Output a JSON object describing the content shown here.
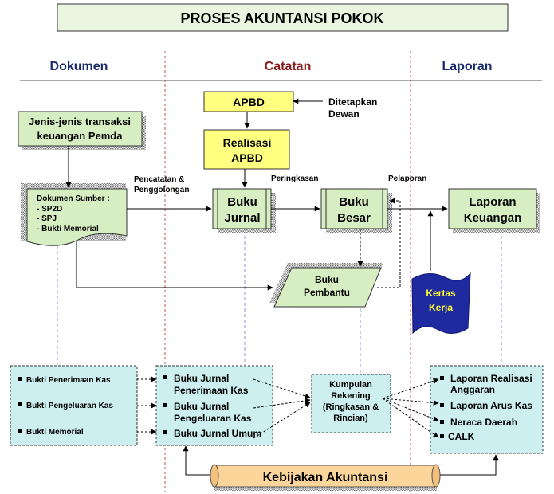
{
  "title": "PROSES AKUNTANSI POKOK",
  "columns": {
    "dokumen": "Dokumen",
    "catatan": "Catatan",
    "laporan": "Laporan"
  },
  "jenis_transaksi": [
    "Jenis-jenis transaksi",
    "keuangan Pemda"
  ],
  "dokumen_sumber": {
    "title": "Dokumen Sumber :",
    "items": [
      "- SP2D",
      "- SPJ",
      "- Bukti Memorial"
    ]
  },
  "apbd": "APBD",
  "ditetapkan": [
    "Ditetapkan",
    "Dewan"
  ],
  "realisasi": [
    "Realisasi",
    "APBD"
  ],
  "edge_labels": {
    "pencatatan": [
      "Pencatatan &",
      "Penggolongan"
    ],
    "peringkasan": "Peringkasan",
    "pelaporan": "Pelaporan"
  },
  "buku_jurnal": [
    "Buku",
    "Jurnal"
  ],
  "buku_besar": [
    "Buku",
    "Besar"
  ],
  "laporan_keuangan": [
    "Laporan",
    "Keuangan"
  ],
  "buku_pembantu": [
    "Buku",
    "Pembantu"
  ],
  "kertas_kerja": [
    "Kertas",
    "Kerja"
  ],
  "bukti_list": [
    "Bukti Penerimaan Kas",
    "Bukti Pengeluaran Kas",
    "Bukti Memorial"
  ],
  "jurnal_list": [
    [
      "Buku Jurnal",
      "Penerimaan Kas"
    ],
    [
      "Buku Jurnal",
      "Pengeluaran Kas"
    ],
    [
      "Buku Jurnal Umum"
    ]
  ],
  "kumpulan": [
    "Kumpulan",
    "Rekening",
    "(Ringkasan &",
    "Rincian)"
  ],
  "laporan_list": [
    [
      "Laporan Realisasi",
      "Anggaran"
    ],
    [
      "Laporan Arus Kas"
    ],
    [
      "Neraca Daerah"
    ],
    [
      "CALK"
    ]
  ],
  "kebijakan": "Kebijakan Akuntansi",
  "colors": {
    "green_box": "#d6eec2",
    "yellow_box": "#ffff80",
    "cyan_box": "#cdeff0",
    "scroll": "#fcd59b",
    "kertas_kerja": "#1f2aa0",
    "kertas_text": "#ffff33",
    "catatan_heading": "#8b1a1a",
    "column_heading": "#1a2a6c"
  }
}
